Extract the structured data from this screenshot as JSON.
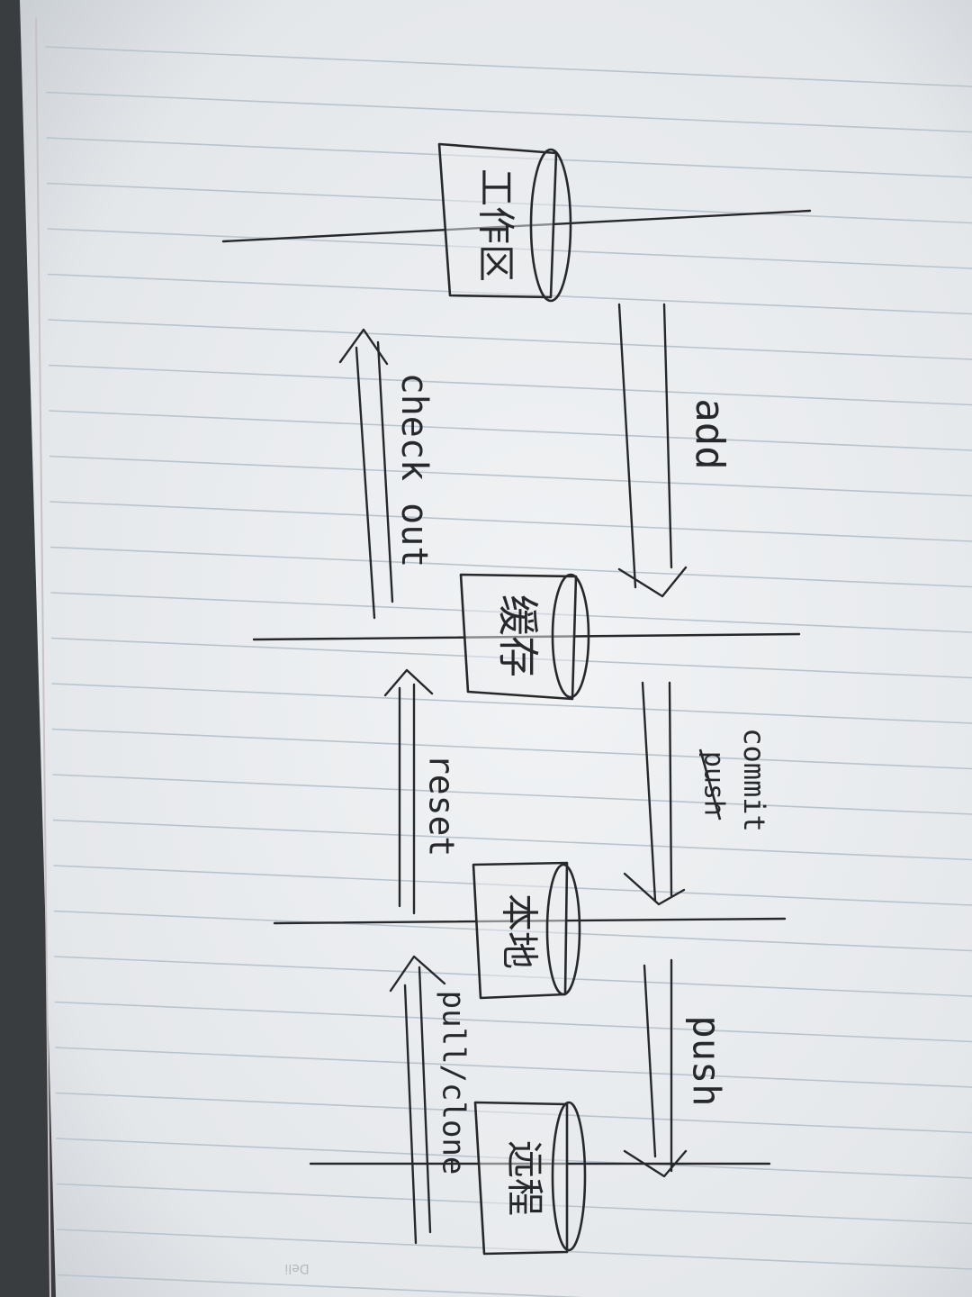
{
  "diagram": {
    "stages": [
      {
        "id": "workspace",
        "label": "工作区"
      },
      {
        "id": "staging",
        "label": "缓存"
      },
      {
        "id": "local",
        "label": "本地"
      },
      {
        "id": "remote",
        "label": "远程"
      }
    ],
    "operations": {
      "add": "add",
      "commit": "commit",
      "commit_struck": "push",
      "push": "push",
      "checkout": "check out",
      "reset": "reset",
      "pull_clone": "pull/clone"
    },
    "notebook_brand": "Deli"
  },
  "colors": {
    "paper": "#eceef0",
    "ink": "#26282b",
    "rule": "#b9c3cc",
    "background": "#3a3d40"
  }
}
